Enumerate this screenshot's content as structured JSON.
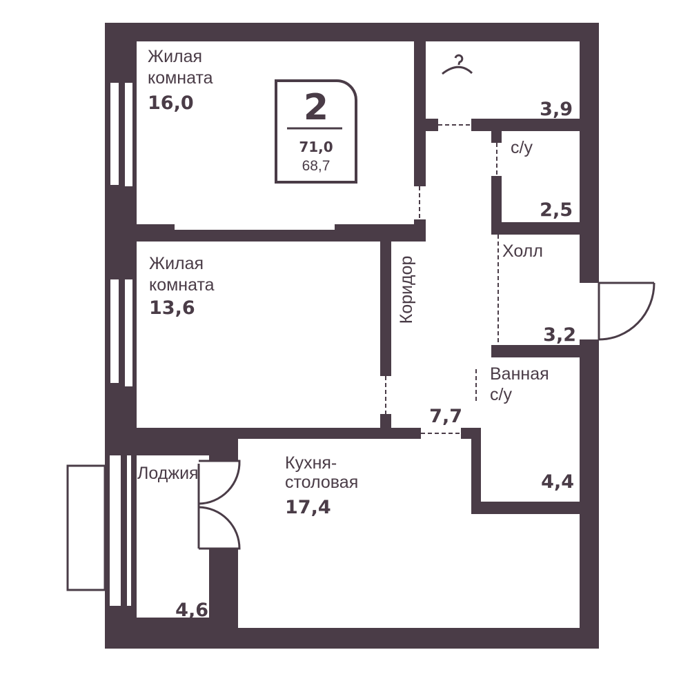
{
  "plan": {
    "rooms_count": "2",
    "total_area": "71,0",
    "living_area": "68,7",
    "colors": {
      "wall": "#4a3c47",
      "background": "#ffffff"
    }
  },
  "rooms": {
    "living1": {
      "name_line1": "Жилая",
      "name_line2": "комната",
      "area": "16,0"
    },
    "living2": {
      "name_line1": "Жилая",
      "name_line2": "комната",
      "area": "13,6"
    },
    "wardrobe": {
      "icon": "hanger-icon",
      "area": "3,9"
    },
    "wc": {
      "name": "с/у",
      "area": "2,5"
    },
    "hall": {
      "name": "Холл",
      "area": "3,2"
    },
    "corridor": {
      "name": "Коридор",
      "area": "7,7"
    },
    "bathroom": {
      "name_line1": "Ванная",
      "name_line2": "с/у",
      "area": "4,4"
    },
    "kitchen": {
      "name_line1": "Кухня-",
      "name_line2": "столовая",
      "area": "17,4"
    },
    "loggia": {
      "name": "Лоджия",
      "area": "4,6"
    }
  }
}
